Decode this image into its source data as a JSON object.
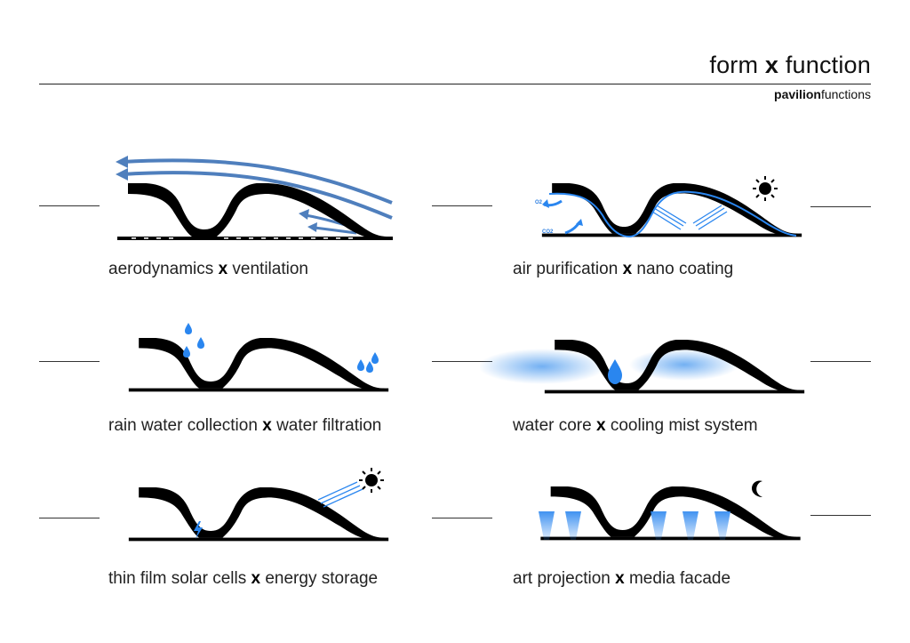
{
  "header": {
    "title_a": "form",
    "title_x": "x",
    "title_b": "function",
    "sub_bold": "pavilion",
    "sub_light": "functions"
  },
  "colors": {
    "ink": "#000000",
    "wind": "#4f7fbd",
    "water": "#2a86ef",
    "mist": "#5aa2f0"
  },
  "panels": [
    {
      "id": "aerodynamics",
      "left": "aerodynamics",
      "x": "x",
      "right": "ventilation"
    },
    {
      "id": "air",
      "left": "air purification",
      "x": "x",
      "right": "nano coating",
      "labels": [
        "O2",
        "CO2"
      ]
    },
    {
      "id": "rain",
      "left": "rain water collection",
      "x": "x",
      "right": "water filtration"
    },
    {
      "id": "water",
      "left": "water core",
      "x": "x",
      "right": "cooling mist system"
    },
    {
      "id": "solar",
      "left": "thin film solar cells",
      "x": "x",
      "right": "energy storage"
    },
    {
      "id": "art",
      "left": "art projection",
      "x": "x",
      "right": "media facade"
    }
  ],
  "icons": [
    "sun-icon",
    "moon-icon",
    "lightning-icon",
    "water-drop-icon",
    "arrow-icon"
  ]
}
